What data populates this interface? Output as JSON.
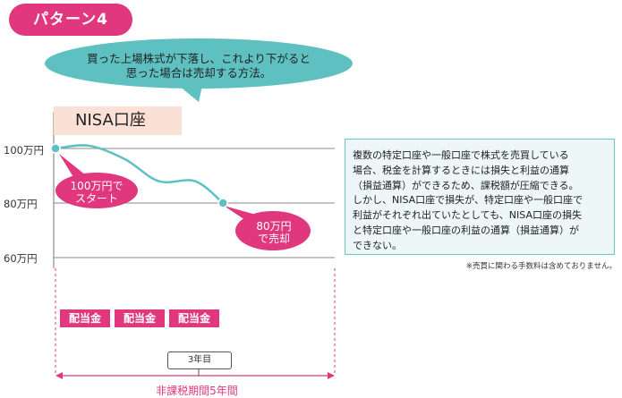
{
  "badge": {
    "label": "パターン4"
  },
  "speech": {
    "line1": "買った上場株式が下落し、これより下がると",
    "line2": "思った場合は売却する方法。"
  },
  "account": {
    "label": "NISA口座"
  },
  "chart_data": {
    "type": "line",
    "title": "",
    "xlabel": "",
    "ylabel": "",
    "y_ticks": [
      "100万円",
      "80万円",
      "60万円"
    ],
    "y_tick_values": [
      100,
      80,
      60
    ],
    "ylim": [
      60,
      100
    ],
    "grid": true,
    "series": [
      {
        "x": [
          0,
          0.12,
          0.25,
          0.37,
          0.5,
          0.6
        ],
        "values": [
          100,
          101,
          96,
          88,
          88,
          80
        ]
      }
    ],
    "annotations": [
      {
        "x": 0,
        "y": 100,
        "lines": [
          "100万円で",
          "スタート"
        ]
      },
      {
        "x": 0.6,
        "y": 80,
        "lines": [
          "80万円",
          "で売却"
        ]
      }
    ],
    "x_labels": {
      "year": "3年目",
      "period": "非課税期間5年間"
    },
    "xlim": [
      0,
      1
    ],
    "dividends": [
      "配当金",
      "配当金",
      "配当金"
    ]
  },
  "info": {
    "lines": [
      "複数の特定口座や一般口座で株式を売買している",
      "場合、税金を計算するときには損失と利益の通算",
      "（損益通算）ができるため、課税額が圧縮できる。",
      "しかし、NISA口座で損失が、特定口座や一般口座で",
      "利益がそれぞれ出ていたとしても、NISA口座の損失",
      "と特定口座や一般口座の利益の通算（損益通算）が",
      "できない。"
    ]
  },
  "note": "※売買に関わる手数料は含めておりません。",
  "colors": {
    "pink": "#e0377e",
    "teal": "#5ec0c0",
    "account_bg": "#fbe0d6",
    "info_bg": "#edf7f7"
  }
}
